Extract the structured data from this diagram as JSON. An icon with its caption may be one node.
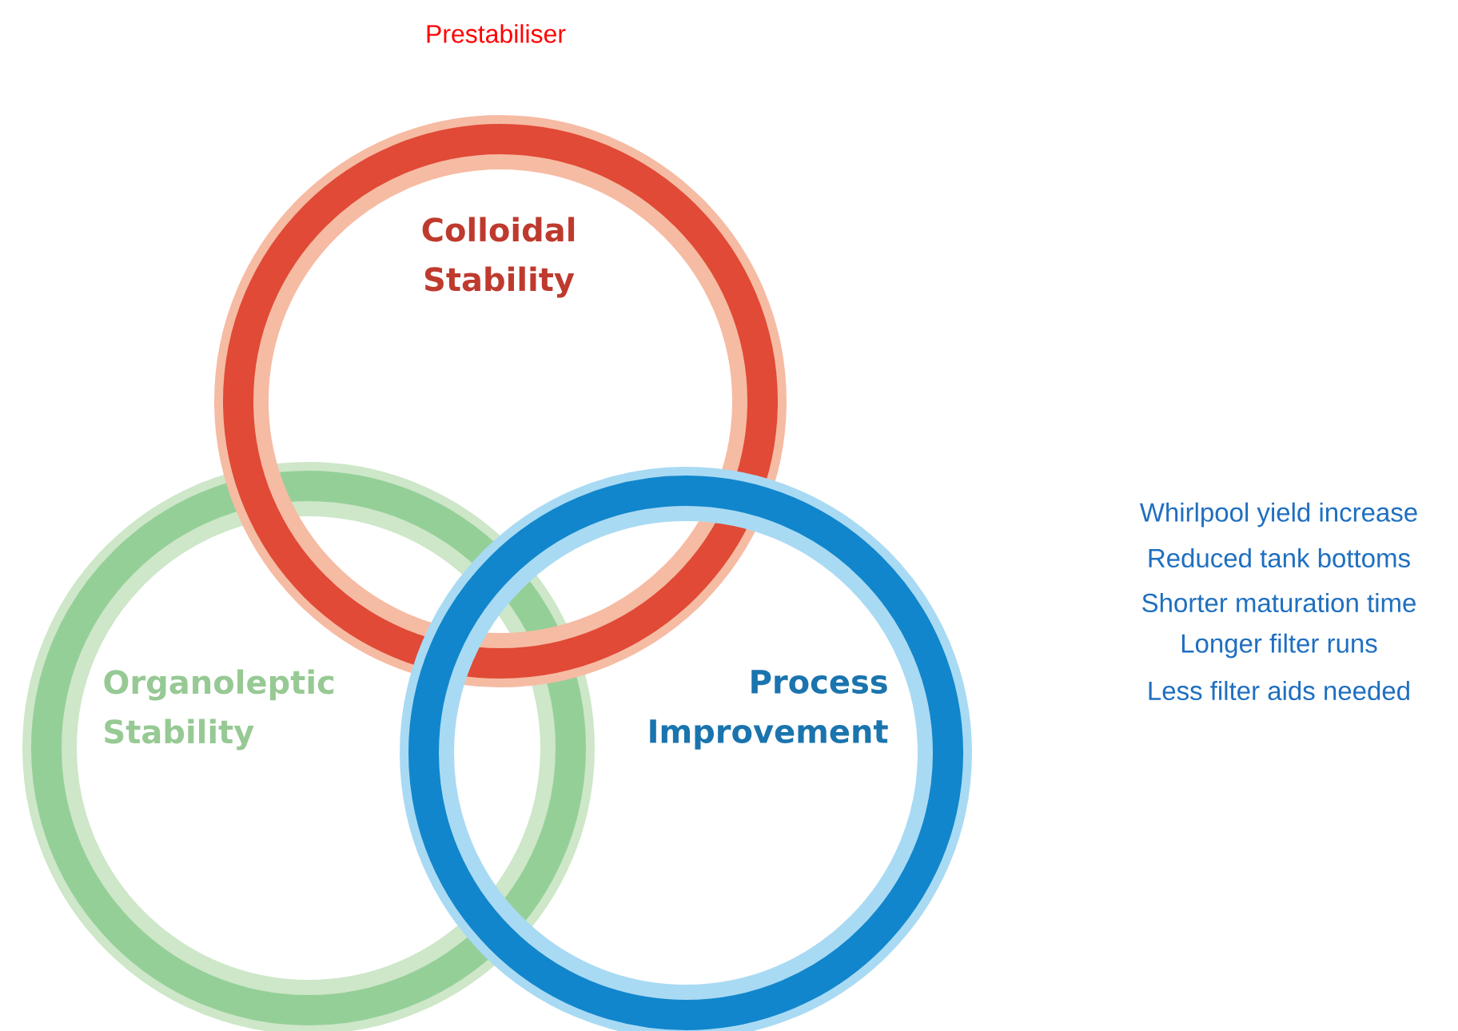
{
  "diagram": {
    "nodes": [
      {
        "text": [
          "Colloidal Stability"
        ],
        "beside": [
          "Prestabiliser"
        ]
      },
      {
        "text": [
          "Organoleptic Stability"
        ]
      },
      {
        "text": [
          "Process Improvement"
        ]
      }
    ],
    "labels": [
      "Whirlpool yield increase",
      "Reduced tank bottoms",
      "Shorter maturation time",
      "Longer filter runs",
      "Less filter aids needed"
    ]
  }
}
